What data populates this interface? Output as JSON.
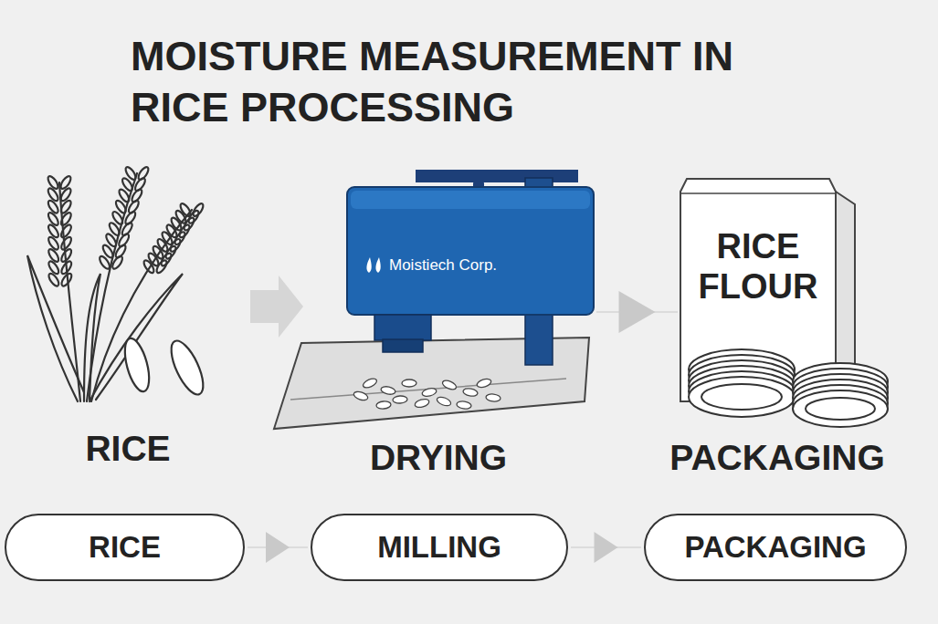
{
  "diagram": {
    "title": "MOISTURE MEASUREMENT IN RICE PROCESSING",
    "nodes": [
      {
        "text": [
          "Moistiech Corp."
        ]
      },
      {
        "text": [
          "RICE FLOUR"
        ]
      },
      {
        "text": [
          "RICE"
        ]
      },
      {
        "text": [
          "MILLING"
        ]
      },
      {
        "text": [
          "PACKAGING"
        ]
      }
    ],
    "edges": [
      {
        "from": 0,
        "to": 1,
        "arrow": "to"
      },
      {
        "from": 2,
        "to": 3,
        "arrow": "to"
      },
      {
        "from": 3,
        "to": 4,
        "arrow": "to"
      }
    ],
    "labels": [
      "RICE",
      "DRYING",
      "PACKAGING"
    ]
  }
}
